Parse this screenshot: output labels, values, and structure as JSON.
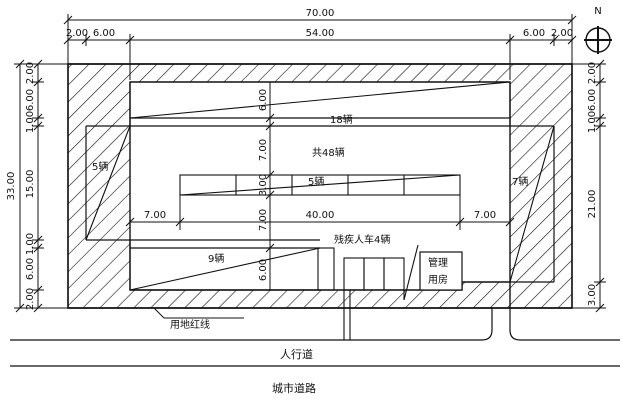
{
  "dimensions": {
    "top_total": "70.00",
    "top_inner": "54.00",
    "top_left_a": "2.00",
    "top_left_b": "6.00",
    "top_right_a": "6.00",
    "top_right_b": "2.00",
    "left_total": "33.00",
    "left_a": "2.00",
    "left_b": "6.00",
    "left_c": "1.00",
    "left_d": "15.00",
    "left_e": "1.00",
    "left_f": "6.00",
    "left_g": "2.00",
    "right_a": "2.00",
    "right_b": "6.00",
    "right_c": "1.00",
    "right_d": "21.00",
    "right_e": "3.00",
    "center_top_6": "6.00",
    "center_7a": "7.00",
    "center_3": "3.00",
    "center_7b": "7.00",
    "center_bottom_6": "6.00",
    "mid_left_7": "7.00",
    "mid_40": "40.00",
    "mid_right_7": "7.00"
  },
  "labels": {
    "top_row": "18辆",
    "total": "共48辆",
    "center_island": "5辆",
    "left_bay": "5辆",
    "right_bay": "7辆",
    "bottom_row": "9辆",
    "disabled": "残疾人车4辆",
    "management": "管理",
    "management2": "用房",
    "red_line": "用地红线",
    "sidewalk": "人行道",
    "road": "城市道路",
    "north": "N"
  }
}
